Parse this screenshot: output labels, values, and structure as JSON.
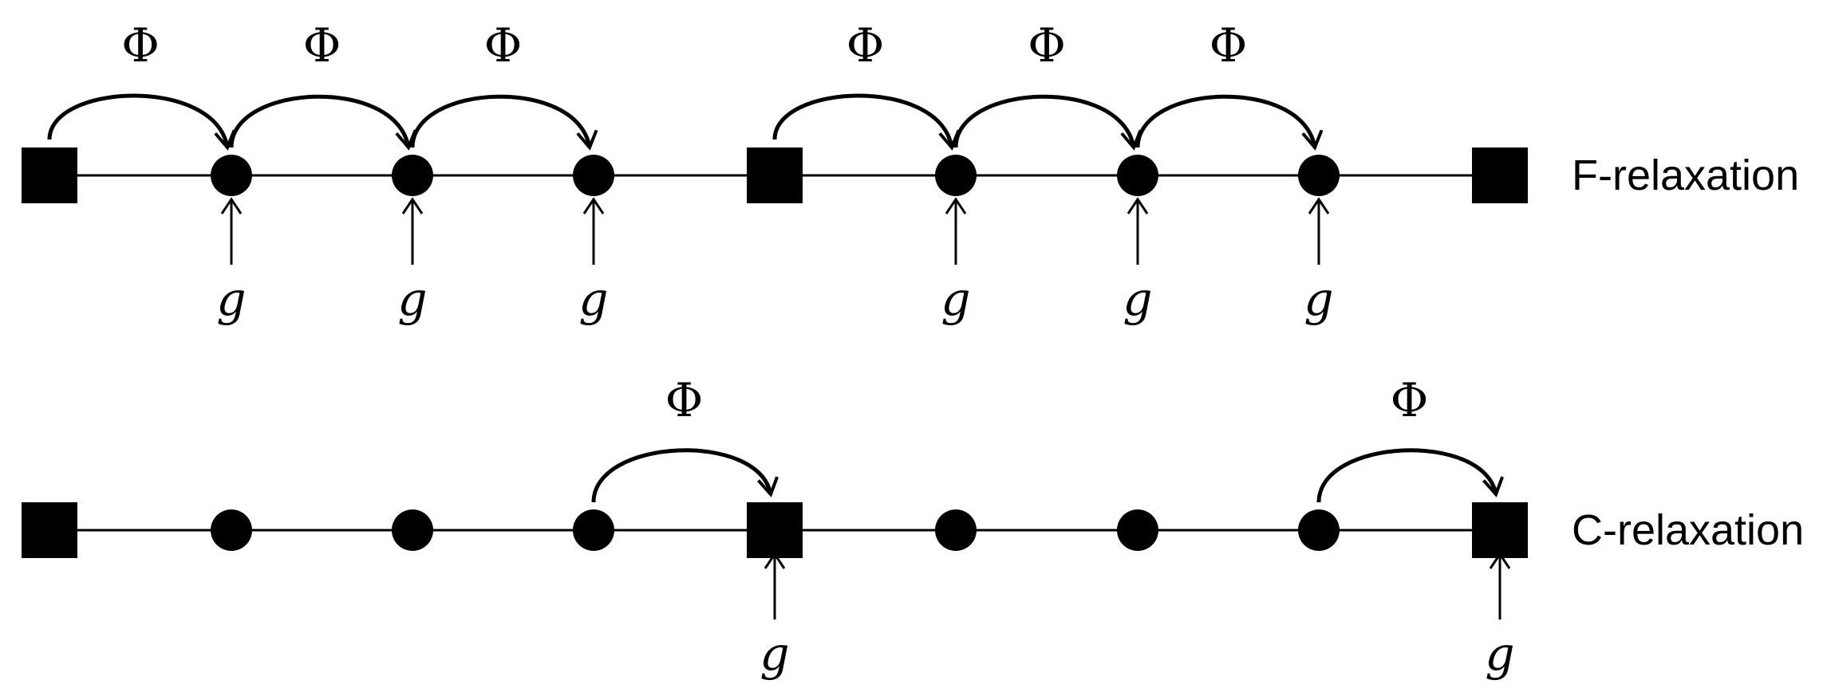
{
  "diagram": {
    "rows": [
      {
        "label": "F-relaxation",
        "nodes": [
          "coarse",
          "fine",
          "fine",
          "fine",
          "coarse",
          "fine",
          "fine",
          "fine",
          "coarse"
        ],
        "propagations": [
          [
            0,
            1
          ],
          [
            1,
            2
          ],
          [
            2,
            3
          ],
          [
            4,
            5
          ],
          [
            5,
            6
          ],
          [
            6,
            7
          ]
        ],
        "propagation_symbol": "Φ",
        "forcing_nodes": [
          1,
          2,
          3,
          5,
          6,
          7
        ],
        "forcing_symbol": "g"
      },
      {
        "label": "C-relaxation",
        "nodes": [
          "coarse",
          "fine",
          "fine",
          "fine",
          "coarse",
          "fine",
          "fine",
          "fine",
          "coarse"
        ],
        "propagations": [
          [
            3,
            4
          ],
          [
            7,
            8
          ]
        ],
        "propagation_symbol": "Φ",
        "forcing_nodes": [
          4,
          8
        ],
        "forcing_symbol": "g"
      }
    ],
    "colors": {
      "ink": "#000000",
      "background": "#ffffff"
    }
  }
}
